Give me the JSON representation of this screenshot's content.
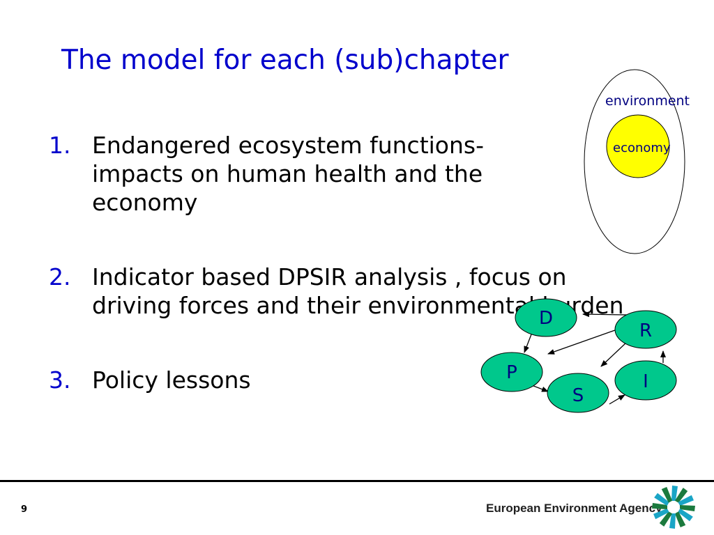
{
  "slide": {
    "title": "The model for each (sub)chapter",
    "items": [
      {
        "number": "1.",
        "text": "Endangered ecosystem functions- impacts on human health and the economy"
      },
      {
        "number": "2.",
        "text": "Indicator based DPSIR analysis , focus on driving forces and their environmental burden"
      },
      {
        "number": "3.",
        "text": "Policy lessons"
      }
    ]
  },
  "venn": {
    "outer_label": "environment",
    "inner_label": "economy",
    "inner_color": "#ffff00"
  },
  "dpsir": {
    "node_color": "#00c88c",
    "nodes": {
      "d": "D",
      "p": "P",
      "s": "S",
      "i": "I",
      "r": "R"
    }
  },
  "footer": {
    "page_number": "9",
    "agency_name": "European Environment Agency",
    "logo_colors": [
      "#1aa5c6",
      "#1b7a3e"
    ]
  }
}
